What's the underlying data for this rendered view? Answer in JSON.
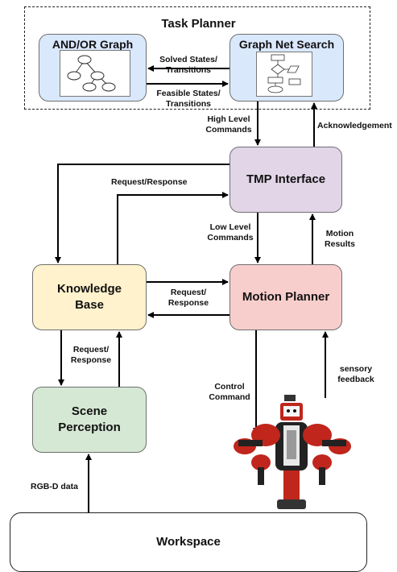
{
  "task_planner": {
    "title": "Task Planner",
    "and_or_graph": "AND/OR Graph",
    "graph_net_search": "Graph Net Search",
    "solved_states": "Solved States/\nTransitions",
    "feasible_states": "Feasible States/\nTransitions"
  },
  "labels": {
    "high_level_commands": "High Level\nCommands",
    "acknowledgement": "Acknowledgement",
    "request_response_top": "Request/Response",
    "low_level_commands": "Low Level\nCommands",
    "motion_results": "Motion\nResults",
    "request_response_mid": "Request/\nResponse",
    "request_response_left": "Request/\nResponse",
    "control_command": "Control\nCommand",
    "sensory_feedback": "sensory\nfeedback",
    "rgbd_data": "RGB-D data"
  },
  "nodes": {
    "tmp_interface": "TMP Interface",
    "knowledge_base": "Knowledge\nBase",
    "motion_planner": "Motion Planner",
    "scene_perception": "Scene\nPerception",
    "workspace": "Workspace"
  },
  "colors": {
    "and_or_fill": "#dae8fc",
    "tmp_fill": "#e1d5e7",
    "kb_fill": "#fff2cc",
    "mp_fill": "#f8cecc",
    "sp_fill": "#d5e8d4",
    "robot_red": "#c0261c"
  }
}
